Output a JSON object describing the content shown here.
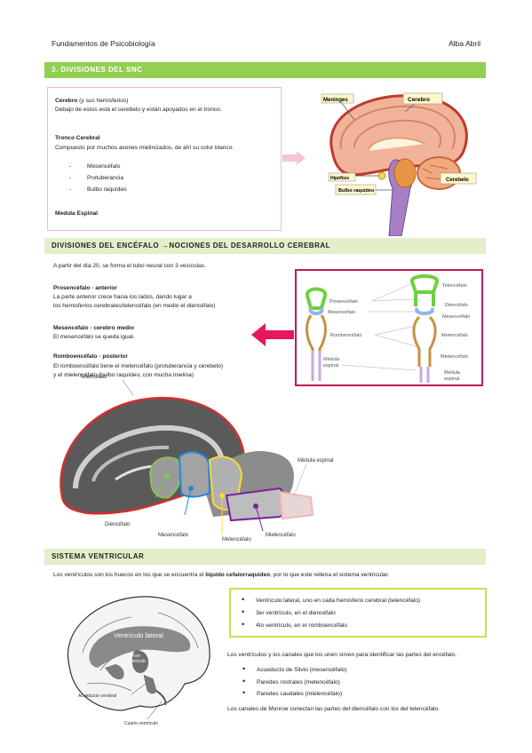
{
  "header": {
    "left": "Fundamentos de Psicobiología",
    "right": "Alba Abril"
  },
  "section1": {
    "title": "3. DIVISIONES DEL SNC",
    "cerebro_title": "Cerebro",
    "cerebro_suffix": " (y sus hemisferios)",
    "cerebro_desc": "Debajo de estos está el cerebelo y están apoyados en el tronco.",
    "tronco_title": "Tronco Cerebral",
    "tronco_desc": "Compuesto por muchos axones mielinizados, de ahí su color blanco.",
    "tronco_items": [
      "Mesencéfalo",
      "Protuberancia",
      "Bulbo raquídeo"
    ],
    "medula": "Medula Espinal",
    "labels": {
      "meninges": "Meninges",
      "cerebro": "Cerebro",
      "hipofisis": "Hipófisis",
      "bulbo": "Bulbo raquídeo",
      "cerebelo": "Cerebelo"
    }
  },
  "section2": {
    "title": "DIVISIONES DEL ENCÉFALO →NOCIONES DEL DESARROLLO CEREBRAL",
    "intro": "A partir del día 20, se forma el tubo neural con 3 vesículas.",
    "pros_title": "Prosencéfalo - anterior",
    "pros_l1": "La parte anterior crece hacia los lados, dando lugar a",
    "pros_l2": "los hemisferios cerebrales/telencéfalo (en medio el diencéfalo)",
    "mes_title": "Mesencéfalo - cerebro medio",
    "mes_desc": "El mesencéfalo se queda igual.",
    "rom_title": "Romboencéfalo - posterior",
    "rom_l1": "El romboencéfalo tiene el metencéfalo (protuberancia y cerebelo)",
    "rom_l2": "y el mielencéfalo (bulbo raquídeo, con mucha mielina)",
    "tube_labels": {
      "prosencefalo": "Prosencéfalo",
      "mesencefalo": "Mesencéfalo",
      "rombencefalo": "Rombencéfalo",
      "medula": "Médula",
      "espinal": "espinal",
      "telencefalo": "Telencéfalo",
      "diencefalo": "Diencéfalo",
      "mesencefalo_r": "Mesencéfalo",
      "metencefalo": "Metencéfalo",
      "mielencefalo": "Mielencéfalo",
      "medula_r": "Médula",
      "espinal_r": "espinal"
    },
    "brain_labels": {
      "telencefalo": "Telencéfalo",
      "diencefalo": "Diencéfalo",
      "mesencefalo": "Mesencéfalo",
      "metencefalo": "Metencéfalo",
      "mielencefalo": "Mielencéfalo",
      "medula": "Médula espinal"
    }
  },
  "section3": {
    "title": "SISTEMA VENTRICULAR",
    "intro_a": "Los ventrículos son los huecos en los que se encuentra el ",
    "intro_b": "líquido cefalorraquídeo",
    "intro_c": ", por lo que este rellena el sistema ventricular.",
    "box_items": [
      "Ventrículo lateral, uno en cada hemisferio cerebral (telencéfalo)",
      "3er ventrículo, en el diencéfalo",
      "4to ventrículo, en el romboencéfalo"
    ],
    "canals": "Los ventrículos y los canales que los unen sirven para identificar las partes del encéfalo.",
    "canal_items": [
      "Acueducto de Silvio (mesencéfalo)",
      "Paredes rostrales (metencéfalo)",
      "Paredes caudales (mielencéfalo)"
    ],
    "monroe": "Los canales de Monroe conectan las partes del diencéfalo con los del telencéfalo.",
    "img_labels": {
      "lateral": "Ventrículo lateral",
      "tercer": "Tercer",
      "ventriculo": "ventrículo",
      "acueducto": "Acueducto cerebral",
      "cuarto": "Cuarto ventrículo"
    }
  }
}
